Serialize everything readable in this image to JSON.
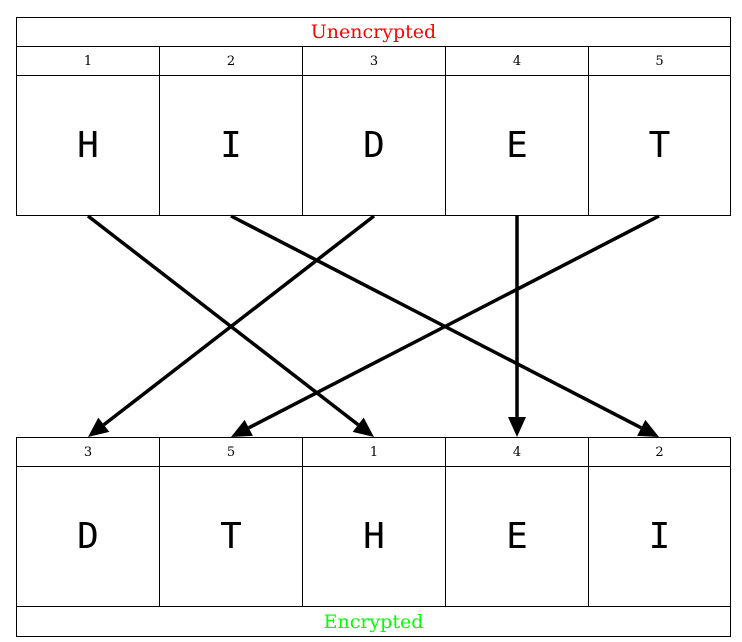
{
  "top_block": {
    "title": "Unencrypted",
    "title_color": "#ff0000",
    "columns": [
      {
        "index": "1",
        "letter": "H"
      },
      {
        "index": "2",
        "letter": "I"
      },
      {
        "index": "3",
        "letter": "D"
      },
      {
        "index": "4",
        "letter": "E"
      },
      {
        "index": "5",
        "letter": "T"
      }
    ]
  },
  "bottom_block": {
    "title": "Encrypted",
    "title_color": "#00ff00",
    "columns": [
      {
        "index": "3",
        "letter": "D"
      },
      {
        "index": "5",
        "letter": "T"
      },
      {
        "index": "1",
        "letter": "H"
      },
      {
        "index": "4",
        "letter": "E"
      },
      {
        "index": "2",
        "letter": "I"
      }
    ]
  },
  "arrows": [
    {
      "from": 1,
      "to": 3
    },
    {
      "from": 2,
      "to": 5
    },
    {
      "from": 3,
      "to": 1
    },
    {
      "from": 4,
      "to": 4
    },
    {
      "from": 5,
      "to": 2
    }
  ]
}
